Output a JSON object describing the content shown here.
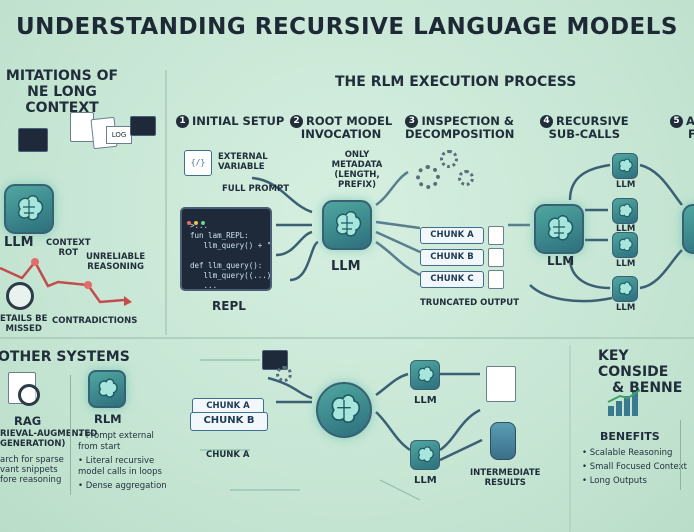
{
  "title": "UNDERSTANDING RECURSIVE LANGUAGE MODELS",
  "limitations": {
    "heading_line1": "MITATIONS OF",
    "heading_line2": "NE LONG CONTEXT",
    "llm_label": "LLM",
    "context_rot": "CONTEXT",
    "context_rot2": "ROT",
    "unreliable1": "UNRELIABLE",
    "unreliable2": "REASONING",
    "details1": "ETAILS BE",
    "details2": "MISSED",
    "contradictions": "CONTRADICTIONS",
    "log_label": "LOG"
  },
  "process": {
    "heading": "THE RLM EXECUTION PROCESS",
    "steps": [
      {
        "num": "1",
        "label": "INITIAL SETUP"
      },
      {
        "num": "2",
        "label": "ROOT MODEL",
        "label2": "INVOCATION"
      },
      {
        "num": "3",
        "label": "INSPECTION &",
        "label2": "DECOMPOSITION"
      },
      {
        "num": "4",
        "label": "RECURSIVE",
        "label2": "SUB-CALLS"
      },
      {
        "num": "5",
        "label": "A",
        "label2": "F"
      }
    ],
    "external1": "EXTERNAL",
    "external2": "VARIABLE",
    "full_prompt": "FULL PROMPT",
    "repl_code": ">...\nfun lam_REPL:\n   llm_query() + \"\n\ndef llm_query():\n   llm_query((...))\n   ...",
    "repl_label": "REPL",
    "only_meta1": "ONLY",
    "only_meta2": "METADATA",
    "only_meta3": "(LENGTH, PREFIX)",
    "root_llm": "LLM",
    "chunks": [
      "CHUNK A",
      "CHUNK B",
      "CHUNK C"
    ],
    "truncated": "TRUNCATED OUTPUT",
    "sub_llm": "LLM",
    "sub_labels": [
      "LLM",
      "LLM",
      "LLM",
      "LLM"
    ],
    "code_glyph": "{/}"
  },
  "other": {
    "heading": "OTHER SYSTEMS",
    "rag_title": "RAG",
    "rag_sub1": "RIEVAL-AUGMENTED",
    "rag_sub2": "GENERATION)",
    "rag_desc1": "arch for sparse",
    "rag_desc2": "vant snippets",
    "rag_desc3": "fore reasoning",
    "rlm_title": "RLM",
    "rlm_bullets": [
      "Prompt external from start",
      "Literal recursive model calls in loops",
      "Dense aggregation"
    ]
  },
  "center": {
    "chunk_a": "CHUNK A",
    "chunk_b": "CHUNK B",
    "chunk_a_label": "CHUNK A",
    "llm_top": "LLM",
    "llm_bottom": "LLM",
    "intermediate1": "INTERMEDIATE",
    "intermediate2": "RESULTS"
  },
  "key": {
    "heading1": "KEY CONSIDE",
    "heading2": "& BENNE",
    "benefits": "BENEFITS",
    "items": [
      "Scalable Reasoning",
      "Small Focused Context",
      "Long Outputs"
    ]
  },
  "colors": {
    "background": "#c4e4d2",
    "text": "#1f2e3a",
    "brain": "#3f8f92",
    "accent_red": "#c44b4b",
    "arrow": "#3b5f73"
  }
}
